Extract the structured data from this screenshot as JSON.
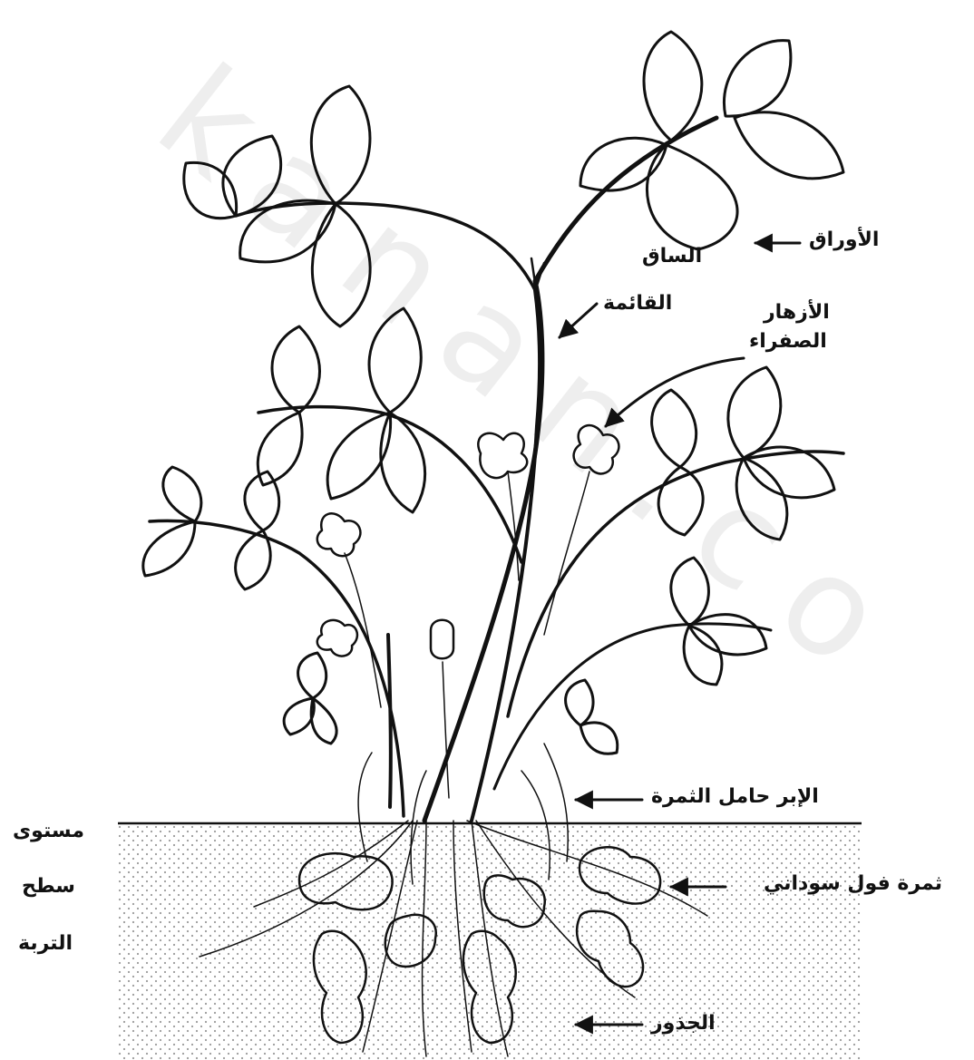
{
  "watermark": "kanan.co",
  "labels": {
    "leaves": "الأوراق",
    "stem_line1": "الساق",
    "stem_line2": "القائمة",
    "flowers_line1": "الأزهار",
    "flowers_line2": "الصفراء",
    "peg": "الإبر حامل الثمرة",
    "soil_line1": "مستوى",
    "soil_line2": "سطح",
    "soil_line3": "التربة",
    "pod": "ثمرة فول سوداني",
    "roots": "الجذور"
  },
  "colors": {
    "ink": "#111111",
    "soil_dots": "#9a9a9a"
  }
}
